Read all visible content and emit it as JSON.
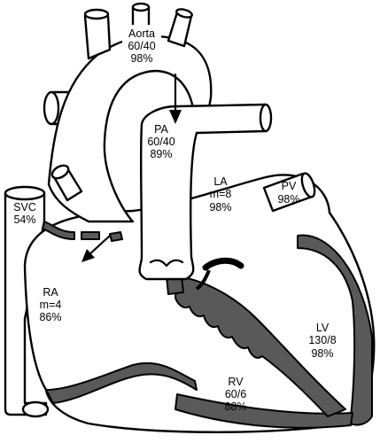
{
  "colors": {
    "wall": "#595959",
    "outline": "#000000",
    "background": "#ffffff"
  },
  "labels": {
    "aorta": {
      "name": "Aorta",
      "pressure": "60/40",
      "saturation": "98%"
    },
    "pa": {
      "name": "PA",
      "pressure": "60/40",
      "saturation": "89%"
    },
    "la": {
      "name": "LA",
      "pressure": "m=8",
      "saturation": "98%"
    },
    "pv": {
      "name": "PV",
      "saturation": "98%"
    },
    "svc": {
      "name": "SVC",
      "saturation": "54%"
    },
    "ra": {
      "name": "RA",
      "pressure": "m=4",
      "saturation": "86%"
    },
    "lv": {
      "name": "LV",
      "pressure": "130/8",
      "saturation": "98%"
    },
    "rv": {
      "name": "RV",
      "pressure": "60/6",
      "saturation": "88%"
    }
  }
}
